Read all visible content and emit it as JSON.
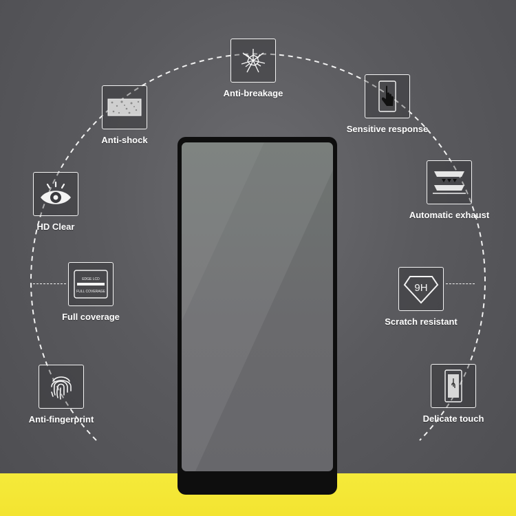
{
  "features": {
    "anti_breakage": {
      "label": "Anti-breakage",
      "icon": "shatter-icon"
    },
    "anti_shock": {
      "label": "Anti-shock",
      "icon": "glass-shard-icon"
    },
    "sensitive_response": {
      "label": "Sensitive response",
      "icon": "touch-hand-icon"
    },
    "hd_clear": {
      "label": "HD Clear",
      "icon": "eye-icon"
    },
    "automatic_exhaust": {
      "label": "Automatic exhaust",
      "icon": "layer-press-icon"
    },
    "full_coverage": {
      "label": "Full coverage",
      "icon": "full-coverage-icon",
      "inner_top": "EDGE LCD",
      "inner_bottom": "FULL COVERAGE"
    },
    "scratch_resistant": {
      "label": "Scratch resistant",
      "icon": "diamond-9h-icon",
      "badge": "9H"
    },
    "anti_fingerprint": {
      "label": "Anti-fingerprint",
      "icon": "fingerprint-icon"
    },
    "delicate_touch": {
      "label": "Delicate touch",
      "icon": "phone-touch-icon"
    }
  },
  "colors": {
    "background": "#58585c",
    "accent_yellow": "#f5ea3a",
    "phone_frame": "#0e0e0e",
    "line_white": "#f1f1f1"
  }
}
